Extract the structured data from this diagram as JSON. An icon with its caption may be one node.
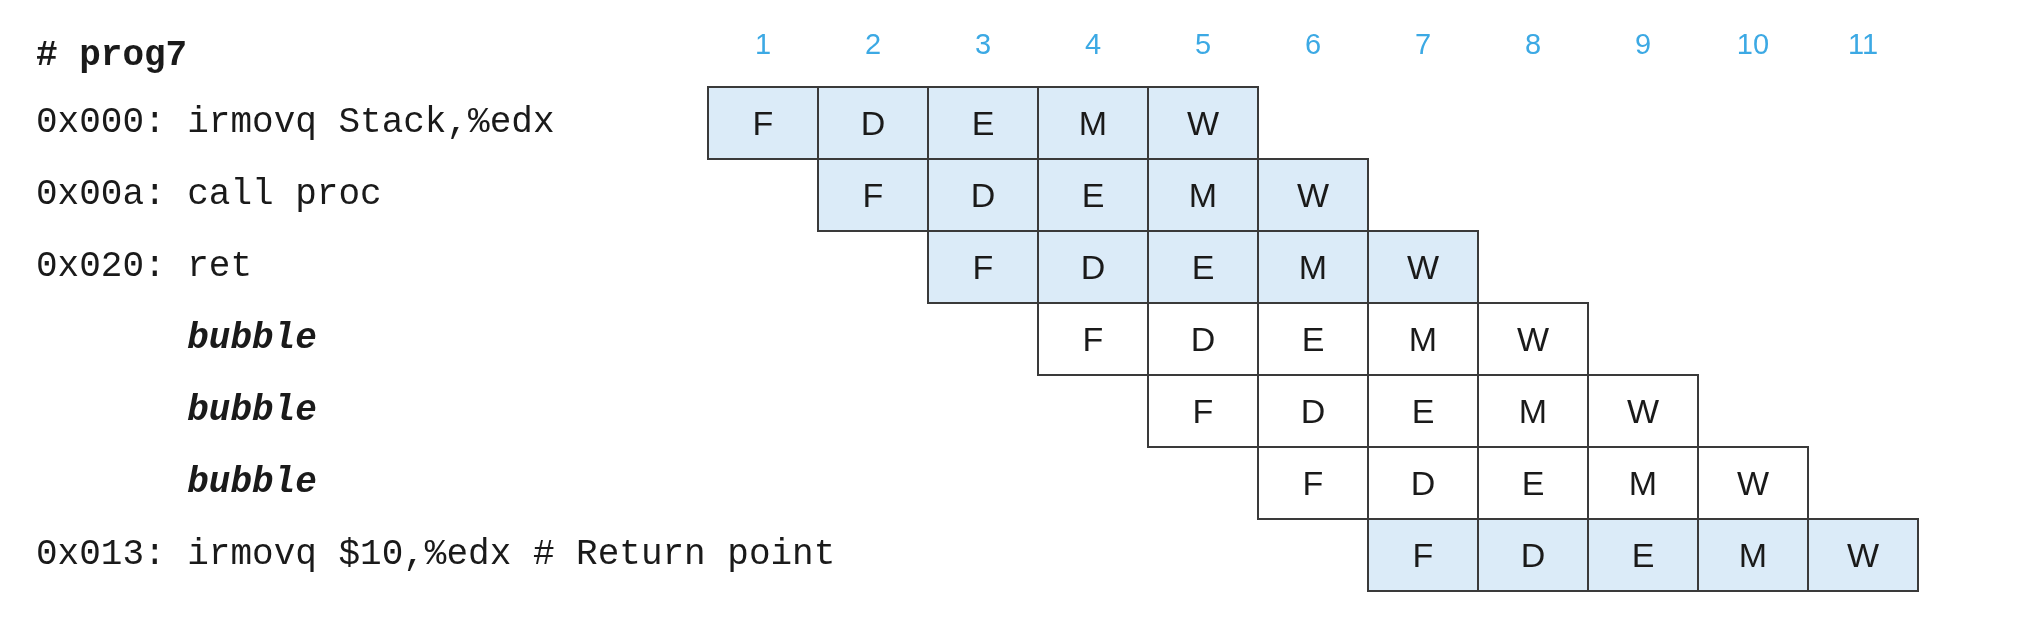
{
  "diagram": {
    "title": "# prog7",
    "nodes": [
      {
        "text": [
          "F"
        ]
      },
      {
        "text": [
          "D"
        ]
      },
      {
        "text": [
          "E"
        ]
      },
      {
        "text": [
          "M"
        ]
      },
      {
        "text": [
          "W"
        ]
      },
      {
        "text": [
          "F"
        ]
      },
      {
        "text": [
          "D"
        ]
      },
      {
        "text": [
          "E"
        ]
      },
      {
        "text": [
          "M"
        ]
      },
      {
        "text": [
          "W"
        ]
      },
      {
        "text": [
          "F"
        ]
      },
      {
        "text": [
          "D"
        ]
      },
      {
        "text": [
          "E"
        ]
      },
      {
        "text": [
          "M"
        ]
      },
      {
        "text": [
          "W"
        ]
      },
      {
        "text": [
          "F"
        ]
      },
      {
        "text": [
          "D"
        ]
      },
      {
        "text": [
          "E"
        ]
      },
      {
        "text": [
          "M"
        ]
      },
      {
        "text": [
          "W"
        ]
      },
      {
        "text": [
          "F"
        ]
      },
      {
        "text": [
          "D"
        ]
      },
      {
        "text": [
          "E"
        ]
      },
      {
        "text": [
          "M"
        ]
      },
      {
        "text": [
          "W"
        ]
      },
      {
        "text": [
          "F"
        ]
      },
      {
        "text": [
          "D"
        ]
      },
      {
        "text": [
          "E"
        ]
      },
      {
        "text": [
          "M"
        ]
      },
      {
        "text": [
          "W"
        ]
      },
      {
        "text": [
          "F"
        ]
      },
      {
        "text": [
          "D"
        ]
      },
      {
        "text": [
          "E"
        ]
      },
      {
        "text": [
          "M"
        ]
      },
      {
        "text": [
          "W"
        ]
      }
    ],
    "labels": [
      "1",
      "2",
      "3",
      "4",
      "5",
      "6",
      "7",
      "8",
      "9",
      "10",
      "11",
      "0x000: irmovq Stack,%edx",
      "0x00a: call proc",
      "0x020: ret",
      "bubble",
      "bubble",
      "bubble",
      "0x013: irmovq $10,%edx # Return point"
    ]
  }
}
